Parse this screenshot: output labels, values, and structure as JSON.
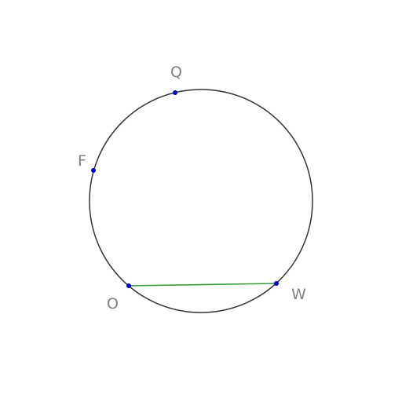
{
  "diagram": {
    "colors": {
      "background": "#ffffff",
      "circle": "#333333",
      "point": "#0000cc",
      "chord": "#3a9a3a",
      "label": "#808080"
    },
    "points": [
      {
        "id": "Q",
        "label": "Q"
      },
      {
        "id": "F",
        "label": "F"
      },
      {
        "id": "O",
        "label": "O"
      },
      {
        "id": "W",
        "label": "W"
      }
    ],
    "segments": [
      {
        "from": "O",
        "to": "W"
      }
    ]
  }
}
